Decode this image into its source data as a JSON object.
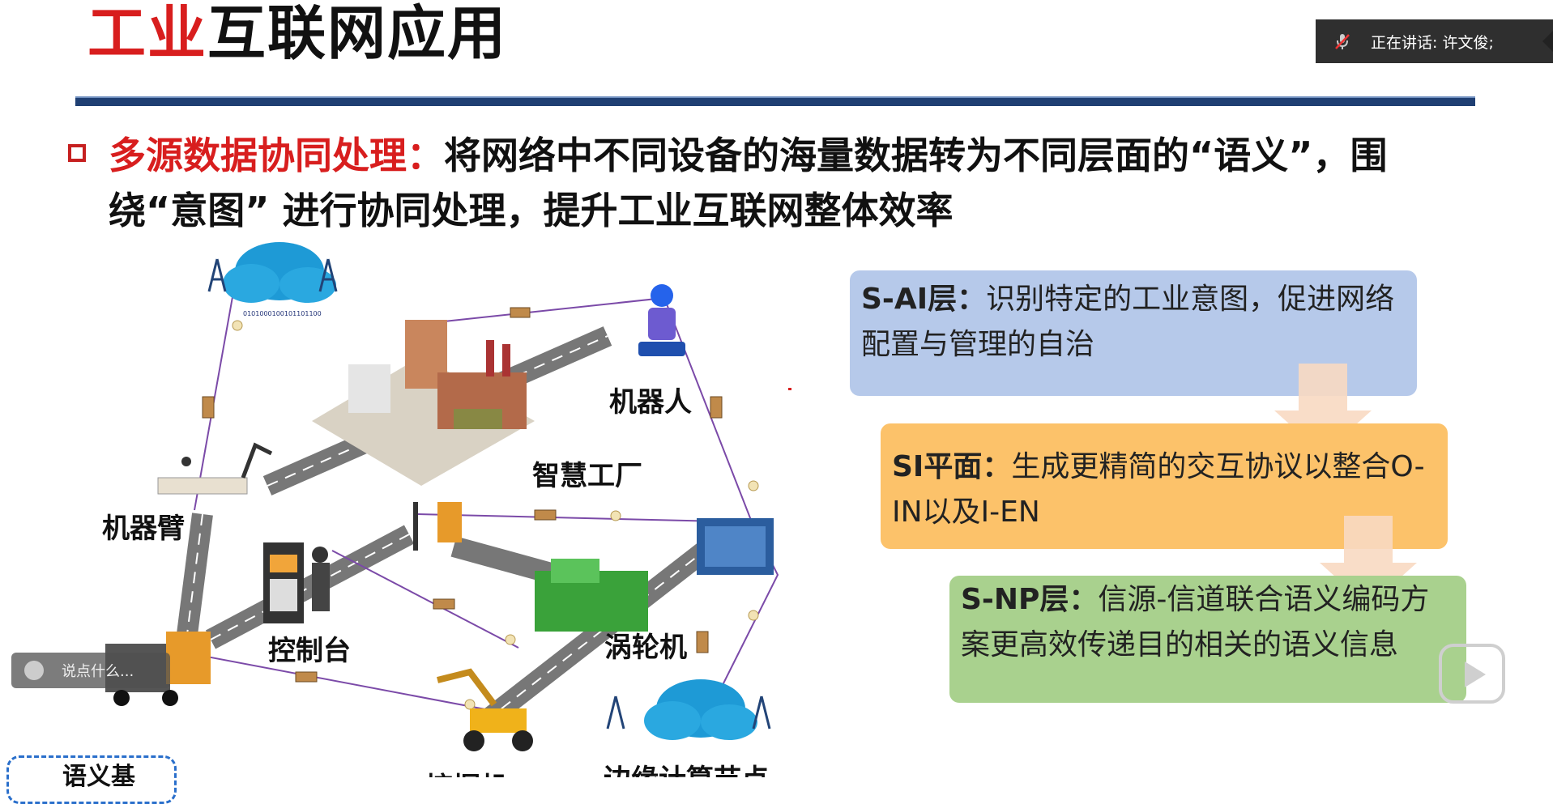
{
  "slide": {
    "title_red": "工业",
    "title_black": "互联网应用",
    "bullet_label": "多源数据协同处理：",
    "bullet_text": "将网络中不同设备的海量数据转为不同层面的“语义”，围绕“意图” 进行协同处理，提升工业互联网整体效率"
  },
  "speaker_bar": {
    "text": "正在讲话: 许文俊;",
    "icon": "mic-muted-icon"
  },
  "layers": [
    {
      "name": "S-AI层：",
      "desc": "识别特定的工业意图，促进网络配置与管理的自治"
    },
    {
      "name": "SI平面：",
      "desc": "生成更精简的交互协议以整合O-IN以及I-EN"
    },
    {
      "name": "S-NP层：",
      "desc": "信源-信道联合语义编码方案更高效传递目的相关的语义信息"
    }
  ],
  "diagram": {
    "cloud_bits": "0101000100101101100",
    "labels": {
      "robot": "机器人",
      "factory": "智慧工厂",
      "arm": "机器臂",
      "console": "控制台",
      "turbine": "涡轮机",
      "edge": "边缘计算节点",
      "dots": "…",
      "cut": "挖掘机",
      "semantic_box": "语义基"
    }
  },
  "overlay": {
    "chat_placeholder": "说点什么...",
    "play_icon": "play-icon"
  },
  "colors": {
    "red": "#d81e1e",
    "rule": "#1f3f73",
    "box1": "#b6c9ea",
    "box2": "#fcc26a",
    "box3": "#a9d18e"
  }
}
